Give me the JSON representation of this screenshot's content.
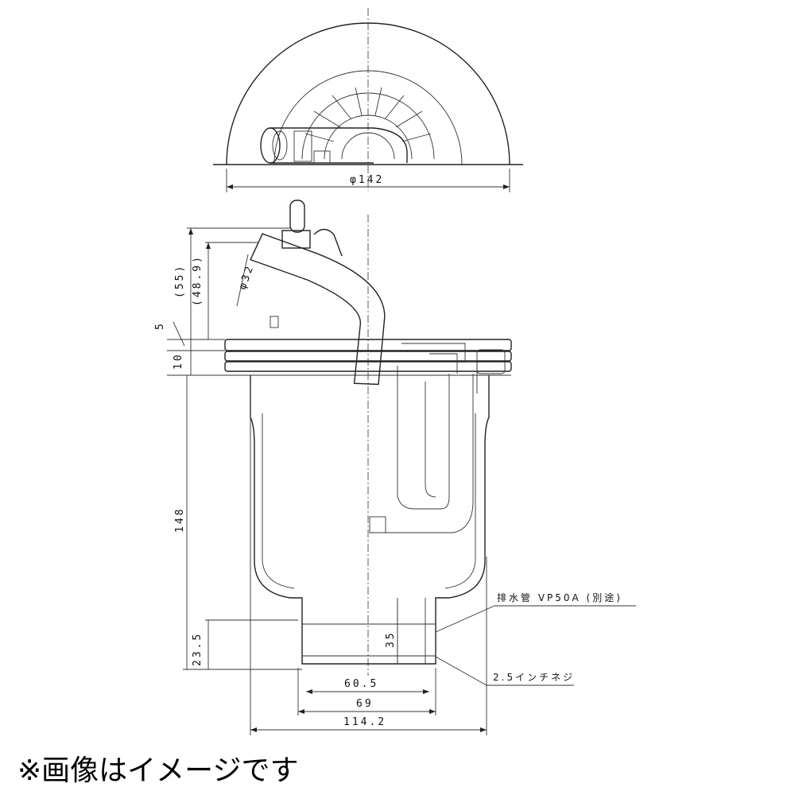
{
  "top_view": {
    "diameter": "φ142"
  },
  "side_view": {
    "dim_55": "(55)",
    "dim_48_9": "(48.9)",
    "dim_phi32": "φ32",
    "dim_5": "5",
    "dim_10": "10",
    "dim_148": "148",
    "dim_23_5": "23.5",
    "dim_35": "35",
    "dim_60_5": "60.5",
    "dim_69": "69",
    "dim_114_2": "114.2"
  },
  "notes": {
    "drain_pipe": "排水管 VP50A (別途)",
    "thread": "2.5インチネジ"
  },
  "caption": "※画像はイメージです"
}
